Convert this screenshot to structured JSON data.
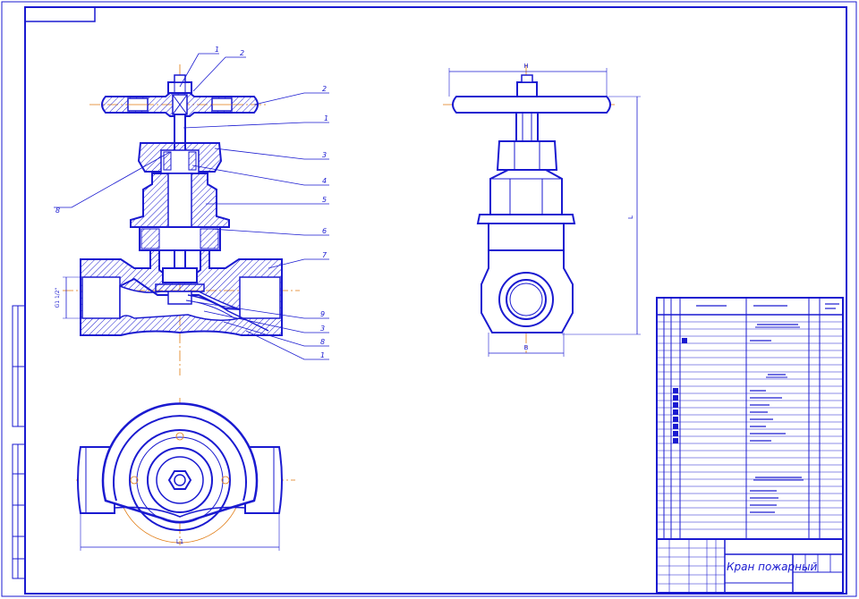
{
  "colors": {
    "line": "#1a1ad0",
    "axis": "#e07a10",
    "hatch": "#1a1ad0",
    "paper": "#ffffff"
  },
  "leaders": {
    "l1_top": "1",
    "l2_top": "2",
    "l2_right": "2",
    "l1_right": "1",
    "l3": "3",
    "l4": "4",
    "l5": "5",
    "l6": "6",
    "l7": "7",
    "l8": "8",
    "l9": "9",
    "l3_low": "3",
    "l8_low": "8",
    "l1_low": "1"
  },
  "dimensions": {
    "pipe_thread": "G1 1/2\"",
    "side_width_top": "H",
    "side_height": "L",
    "side_width_bottom": "B",
    "plan_length": "L1"
  },
  "title_block": {
    "name": "Кран пожарный"
  }
}
